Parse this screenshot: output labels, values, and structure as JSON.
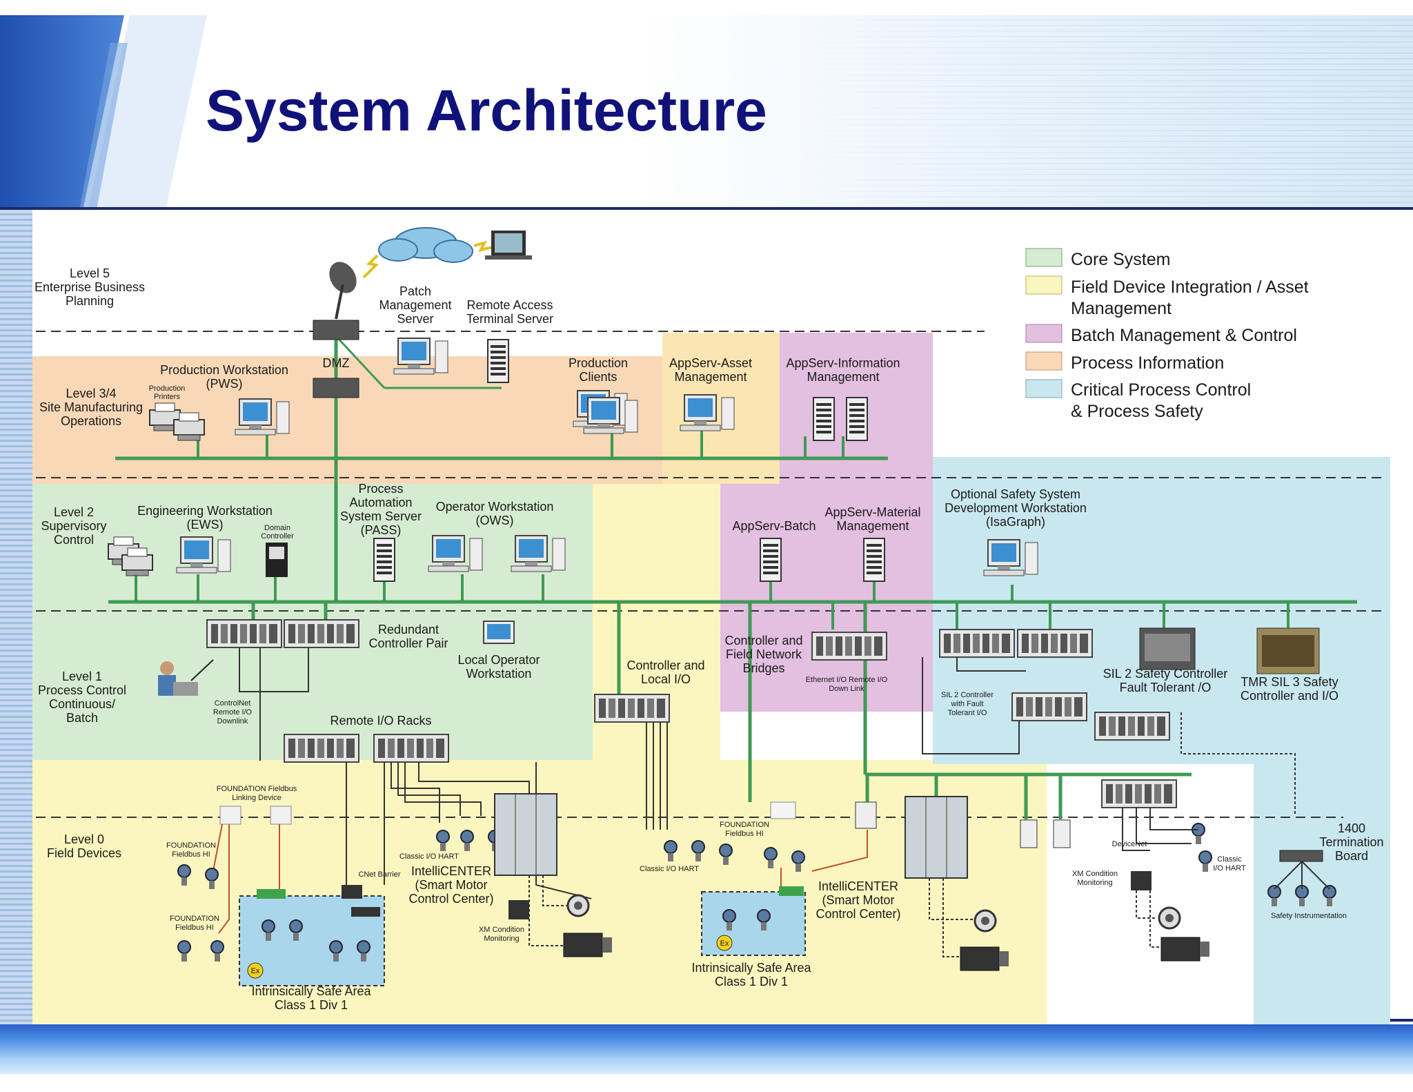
{
  "title": "System Architecture",
  "legend": [
    {
      "label": "Core System",
      "color": "#d6ecd2"
    },
    {
      "label": "Field Device Integration / Asset",
      "label2": "Management",
      "color": "#fbf6bf"
    },
    {
      "label": "Batch Management & Control",
      "color": "#e3bfe0"
    },
    {
      "label": "Process Information",
      "color": "#f8d8b7"
    },
    {
      "label": "Critical Process Control",
      "label2": "& Process Safety",
      "color": "#c9e7ef"
    }
  ],
  "levels": {
    "l5": [
      "Level 5",
      "Enterprise Business",
      "Planning"
    ],
    "l34": [
      "Level 3/4",
      "Site Manufacturing",
      "Operations"
    ],
    "l2": [
      "Level 2",
      "Supervisory",
      "Control"
    ],
    "l1": [
      "Level 1",
      "Process Control",
      "Continuous/",
      "Batch"
    ],
    "l0": [
      "Level 0",
      "Field Devices"
    ]
  },
  "labels": {
    "patch": [
      "Patch",
      "Management",
      "Server"
    ],
    "remote": [
      "Remote Access",
      "Terminal Server"
    ],
    "dmz": "DMZ",
    "pws": [
      "Production Workstation",
      "(PWS)"
    ],
    "printers": [
      "Production",
      "Printers"
    ],
    "prodclients": [
      "Production",
      "Clients"
    ],
    "asset": [
      "AppServ-Asset",
      "Management"
    ],
    "info": [
      "AppServ-Information",
      "Management"
    ],
    "ews": [
      "Engineering Workstation",
      "(EWS)"
    ],
    "domain": [
      "Domain",
      "Controller"
    ],
    "pass": [
      "Process",
      "Automation",
      "System Server",
      "(PASS)"
    ],
    "ows": [
      "Operator Workstation",
      "(OWS)"
    ],
    "batch": "AppServ-Batch",
    "material": [
      "AppServ-Material",
      "Management"
    ],
    "safetydev": [
      "Optional Safety System",
      "Development Workstation",
      "(IsaGraph)"
    ],
    "redundant": [
      "Redundant",
      "Controller Pair"
    ],
    "localop": [
      "Local Operator",
      "Workstation"
    ],
    "ctrllocal": [
      "Controller and",
      "Local I/O"
    ],
    "bridges": [
      "Controller and",
      "Field Network",
      "Bridges"
    ],
    "ethernet": [
      "Ethernet I/O Remote I/O",
      "Down Link"
    ],
    "sil2ft": [
      "SIL 2 Controller",
      "with Fault",
      "Tolerant I/O"
    ],
    "sil2": [
      "SIL 2 Safety Controller",
      "Fault Tolerant  /O"
    ],
    "tmr": [
      "TMR SIL 3 Safety",
      "Controller and I/O"
    ],
    "controlnet": [
      "ControlNet",
      "Remote I/O",
      "Downlink"
    ],
    "remoteio": "Remote I/O Racks",
    "ffld": [
      "FOUNDATION Fieldbus",
      "Linking Device"
    ],
    "ffh1a": [
      "FOUNDATION",
      "Fieldbus HI"
    ],
    "ffh1b": [
      "FOUNDATION",
      "Fieldbus HI"
    ],
    "ffh1c": [
      "FOUNDATION",
      "Fieldbus HI"
    ],
    "cnet": "CNet Barrier",
    "classic1": "Classic I/O HART",
    "classic2": "Classic I/O HART",
    "classic3": [
      "Classic",
      "I/O HART"
    ],
    "intelli1": [
      "IntelliCENTER",
      "(Smart Motor",
      "Control Center)"
    ],
    "intelli2": [
      "IntelliCENTER",
      "(Smart Motor",
      "Control Center)"
    ],
    "xm1": [
      "XM Condition",
      "Monitoring"
    ],
    "xm2": [
      "XM Condition",
      "Monitoring"
    ],
    "devicenet": "DeviceNet",
    "safe1": [
      "Intrinsically Safe Area",
      "Class 1 Div 1"
    ],
    "safe2": [
      "Intrinsically Safe Area",
      "Class 1 Div 1"
    ],
    "term": [
      "1400",
      "Termination",
      "Board"
    ],
    "safetyinst": "Safety Instrumentation",
    "ex": "Ex"
  }
}
